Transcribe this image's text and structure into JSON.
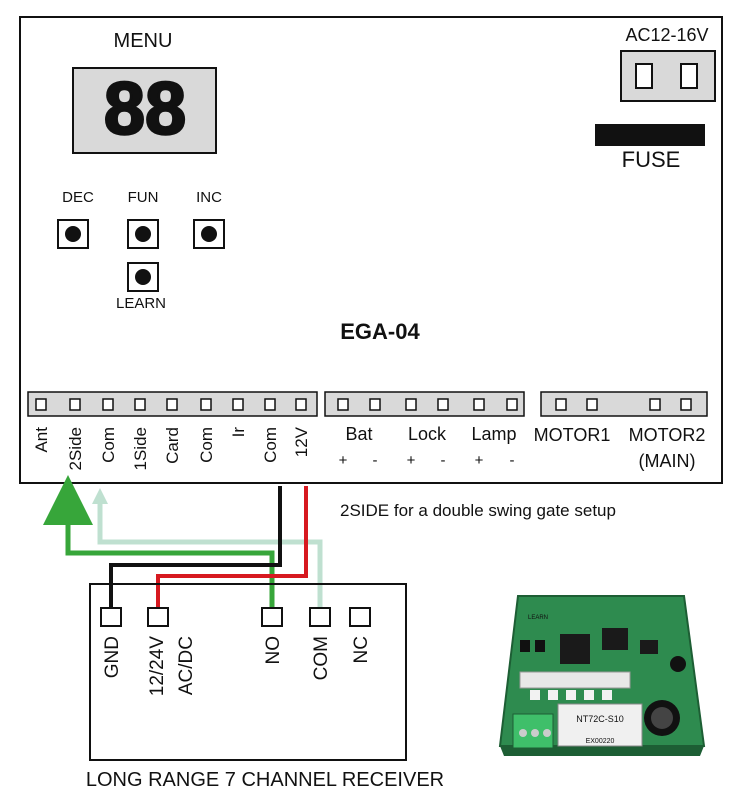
{
  "board": {
    "menu_label": "MENU",
    "display_value": "88",
    "power_label": "AC12-16V",
    "fuse_label": "FUSE",
    "model": "EGA-04",
    "buttons": [
      {
        "label": "DEC"
      },
      {
        "label": "FUN"
      },
      {
        "label": "INC"
      },
      {
        "label": "LEARN"
      }
    ],
    "terminals_left": [
      "Ant",
      "2Side",
      "Com",
      "1Side",
      "Card",
      "Com",
      "Ir",
      "Com",
      "12V"
    ],
    "terminals_mid": {
      "groups": [
        "Bat",
        "Lock",
        "Lamp"
      ],
      "polarity": [
        "+",
        "-",
        "+",
        "-",
        "+",
        "-"
      ]
    },
    "motor1_label": "MOTOR1",
    "motor2_label": "MOTOR2",
    "motor2_sub": "(MAIN)"
  },
  "note": "2SIDE for a double swing gate setup",
  "receiver": {
    "title": "LONG RANGE 7 CHANNEL RECEIVER",
    "terminals": [
      "GND",
      "12/24V",
      "AC/DC",
      "NO",
      "COM",
      "NC"
    ],
    "photo_labels": [
      "NT72C-S10",
      "LEARN",
      "EX00220"
    ]
  },
  "colors": {
    "panel_fill": "#d9d9d9",
    "wire_black": "#111111",
    "wire_red": "#d71920",
    "wire_green": "#37a63a",
    "wire_lightgreen": "#bfe0d0",
    "pcb_green": "#2e8b4f"
  }
}
